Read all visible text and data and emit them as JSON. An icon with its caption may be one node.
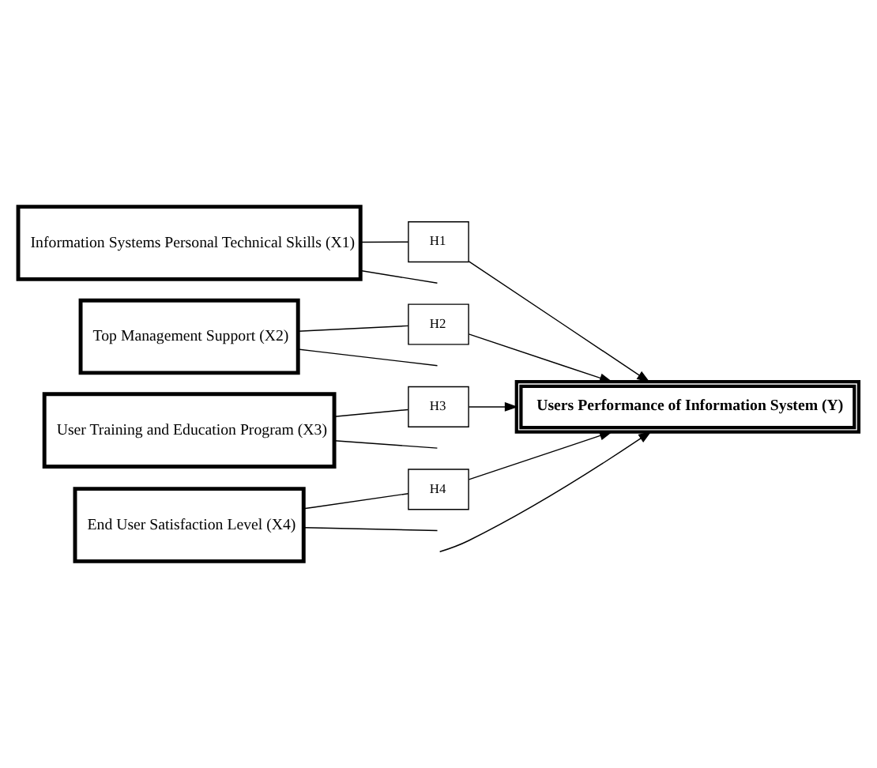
{
  "diagram": {
    "nodes": [
      {
        "text": [
          "Information Systems Personal Technical Skills (X1)"
        ]
      },
      {
        "text": [
          "Top Management Support (X2)"
        ]
      },
      {
        "text": [
          "User Training and Education Program (X3)"
        ]
      },
      {
        "text": [
          "End User Satisfaction Level (X4)"
        ]
      },
      {
        "text": [
          "H1"
        ]
      },
      {
        "text": [
          "H2"
        ]
      },
      {
        "text": [
          "H3"
        ]
      },
      {
        "text": [
          "H4"
        ]
      },
      {
        "text": [
          "Users Performance of Information System (Y)"
        ]
      }
    ],
    "edges": [
      {
        "from": 0,
        "to": 4,
        "arrow": "none"
      },
      {
        "from": 4,
        "to": 8,
        "arrow": "to"
      },
      {
        "from": 1,
        "to": 5,
        "arrow": "none"
      },
      {
        "from": 5,
        "to": 8,
        "arrow": "to"
      },
      {
        "from": 2,
        "to": 6,
        "arrow": "none"
      },
      {
        "from": 6,
        "to": 8,
        "arrow": "to"
      },
      {
        "from": 3,
        "to": 7,
        "arrow": "none"
      },
      {
        "from": 7,
        "to": 8,
        "arrow": "to"
      },
      {
        "from": 0,
        "to": null,
        "arrow": "none"
      },
      {
        "from": 1,
        "to": null,
        "arrow": "none"
      },
      {
        "from": 2,
        "to": null,
        "arrow": "none"
      },
      {
        "from": 3,
        "to": null,
        "arrow": "none"
      },
      {
        "from": null,
        "to": 8,
        "arrow": "to"
      }
    ]
  }
}
